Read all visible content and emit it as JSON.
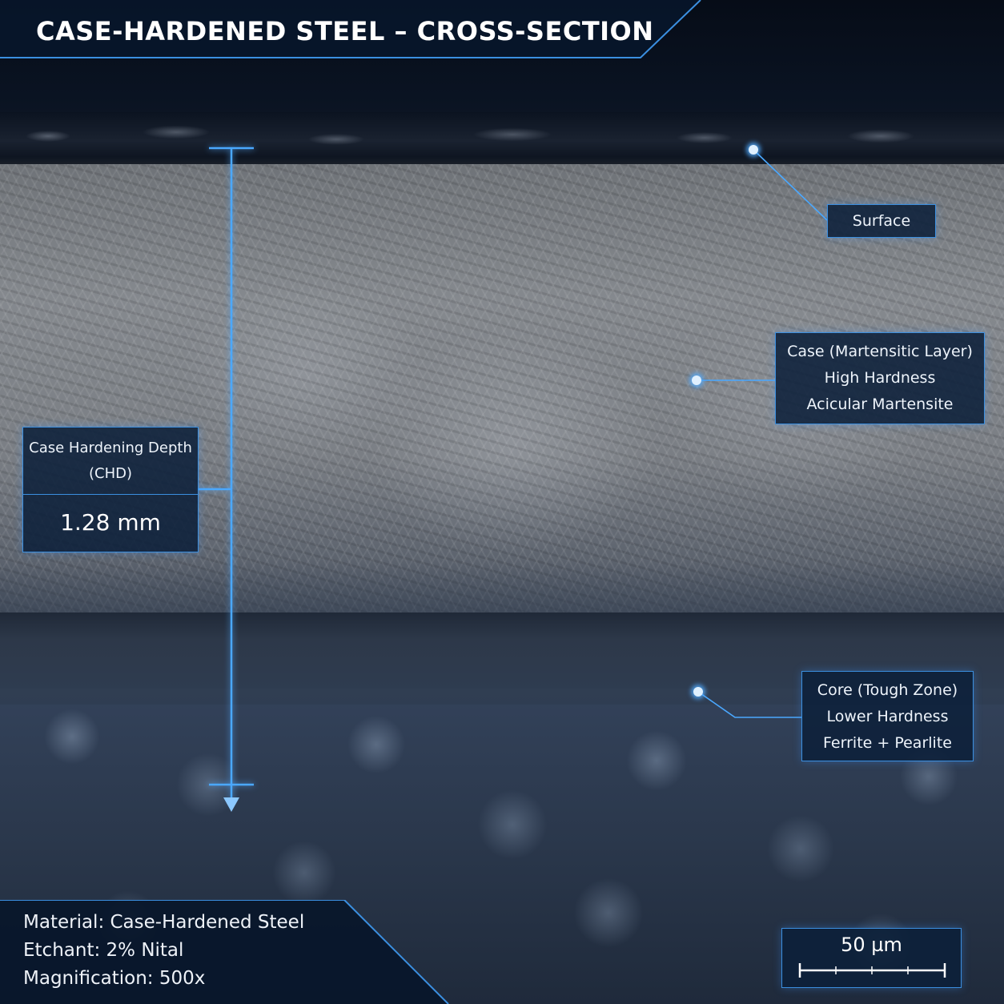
{
  "title": "CASE-HARDENED STEEL – CROSS-SECTION",
  "labels": {
    "surface": "Surface",
    "case": {
      "line1": "Case (Martensitic Layer)",
      "line2": "High Hardness",
      "line3": "Acicular Martensite"
    },
    "core": {
      "line1": "Core (Tough Zone)",
      "line2": "Lower Hardness",
      "line3": "Ferrite + Pearlite"
    }
  },
  "case_depth": {
    "label_line1": "Case Hardening Depth",
    "label_line2": "(CHD)",
    "value": "1.28 mm"
  },
  "info": {
    "material": "Material: Case-Hardened Steel",
    "etchant": "Etchant: 2% Nital",
    "magnification": "Magnification: 500x"
  },
  "scale_bar": {
    "label": "50 µm"
  },
  "colors": {
    "accent": "#3b8fe0",
    "panel": "#0c203a",
    "glow": "#50aaff"
  }
}
